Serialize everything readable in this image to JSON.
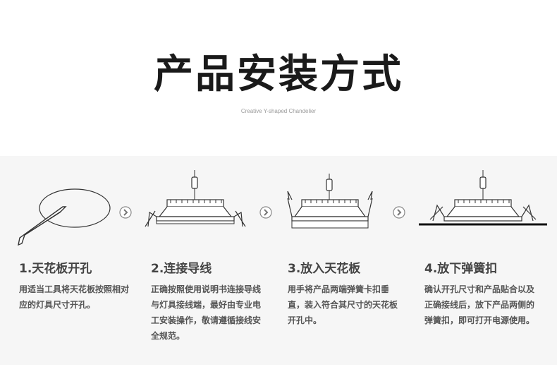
{
  "header": {
    "title": "产品安装方式",
    "subtitle": "Creative Y-shaped Chandelier"
  },
  "steps": [
    {
      "title": "1.天花板开孔",
      "description": "用适当工具将天花板按照相对应的灯具尺寸开孔。"
    },
    {
      "title": "2.连接导线",
      "description": "正确按照使用说明书连接导线与灯具接线端，最好由专业电工安装操作，敬请遵循接线安全规范。"
    },
    {
      "title": "3.放入天花板",
      "description": "用手将产品两端弹簧卡扣垂直，装入符合其尺寸的天花板开孔中。"
    },
    {
      "title": "4.放下弹簧扣",
      "description": "确认开孔尺寸和产品贴合以及正确接线后，放下产品两侧的弹簧扣，即可打开电源使用。"
    }
  ],
  "icons": {
    "step_arrow": "chevron-right-circle-icon"
  },
  "colors": {
    "background": "#ffffff",
    "band": "#f6f6f6",
    "title": "#1a1a1a",
    "text": "#555555",
    "line": "#333333"
  }
}
